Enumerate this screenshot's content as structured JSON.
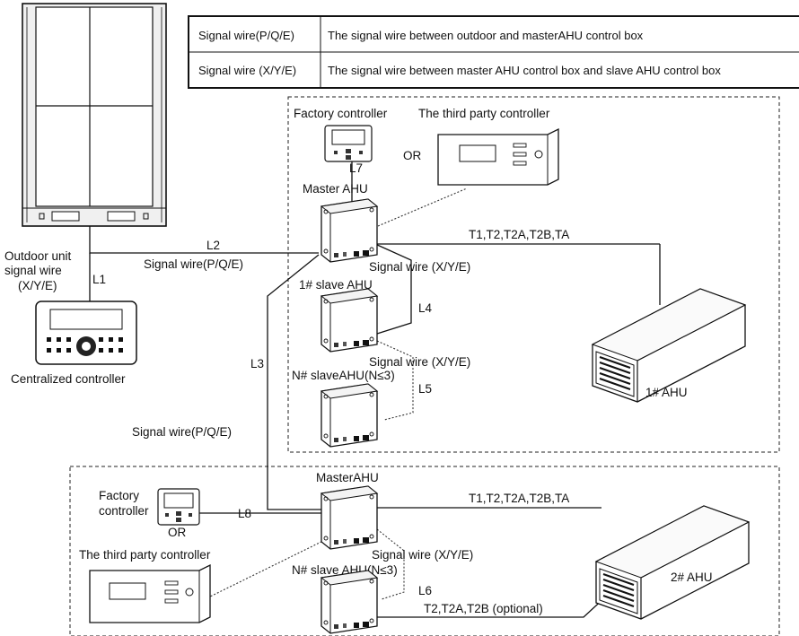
{
  "legend": {
    "rows": [
      {
        "name": "Signal wire(P/Q/E)",
        "desc": "The signal wire between outdoor and masterAHU control box"
      },
      {
        "name": "Signal wire (X/Y/E)",
        "desc": "The signal wire between master AHU control box and slave AHU control box"
      }
    ]
  },
  "labels": {
    "outdoor_signal_1": "Outdoor unit",
    "outdoor_signal_2": "signal wire",
    "outdoor_signal_3": "(X/Y/E)",
    "L1": "L1",
    "L2": "L2",
    "L3": "L3",
    "L4": "L4",
    "L5": "L5",
    "L6": "L6",
    "L7": "L7",
    "L8": "L8",
    "signal_pqe_top": "Signal wire(P/Q/E)",
    "signal_pqe_mid": "Signal wire(P/Q/E)",
    "centralized_controller": "Centralized controller",
    "factory_controller_top": "Factory controller",
    "third_party_top": "The third party controller",
    "or_top": "OR",
    "master_ahu_top": "Master  AHU",
    "slave1_ahu": "1# slave   AHU",
    "signal_xye_1": "Signal wire  (X/Y/E)",
    "signal_xye_2": "Signal wire  (X/Y/E)",
    "nslave_top": "N# slaveAHU(N≤3)",
    "sensors_top": "T1,T2,T2A,T2B,TA",
    "ahu1": "1# AHU",
    "master_ahu_bottom": "MasterAHU",
    "factory_controller_b1": "Factory",
    "factory_controller_b2": "controller",
    "or_bottom": "OR",
    "third_party_bottom": "The third party controller",
    "sensors_bottom": "T1,T2,T2A,T2B,TA",
    "signal_xye_3": "Signal wire  (X/Y/E)",
    "nslave_bottom": "N# slave AHU(N≤3)",
    "optional_sensors": "T2,T2A,T2B (optional)",
    "ahu2": "2# AHU"
  }
}
